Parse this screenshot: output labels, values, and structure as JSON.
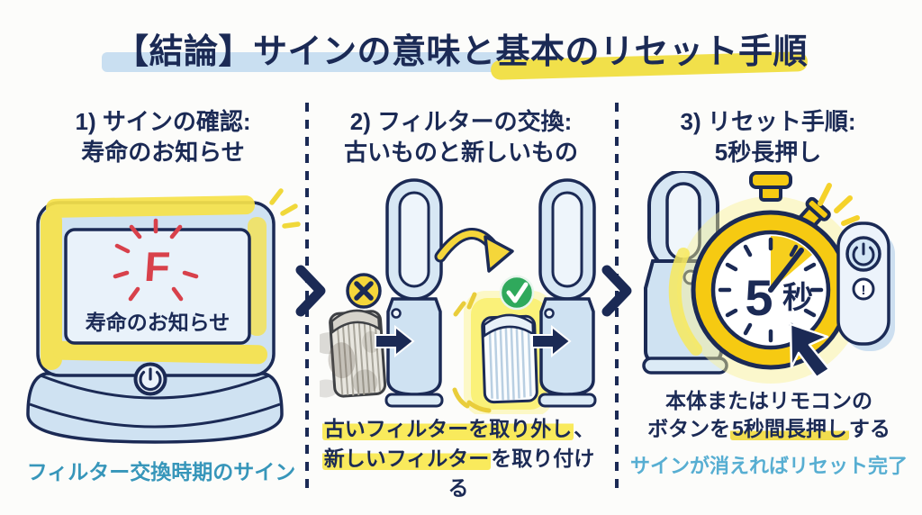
{
  "title": "【結論】サインの意味と基本のリセット手順",
  "steps": [
    {
      "header": [
        "1) サインの確認:",
        "寿命のお知らせ"
      ],
      "display": {
        "sign": "F",
        "message": "寿命のお知らせ"
      },
      "caption": "フィルター交換時期のサイン"
    },
    {
      "header": [
        "2) フィルターの交換:",
        "古いものと新しいもの"
      ],
      "caption_line1": {
        "highlight": "古いフィルターを取り外し",
        "rest": "、"
      },
      "caption_line2": {
        "highlight": "新しいフィルター",
        "rest": "を取り付ける"
      }
    },
    {
      "header": [
        "3) リセット手順:",
        "5秒長押し"
      ],
      "stopwatch": {
        "value": "5",
        "unit": "秒"
      },
      "remote_button_label": "!",
      "caption_line1": "本体またはリモコンの",
      "caption_line2": {
        "pre": "ボタンを",
        "highlight": "5秒間長押し",
        "post": "する"
      },
      "result": "サインが消えればリセット完了"
    }
  ],
  "colors": {
    "navy": "#1b2a55",
    "teal": "#3796ba",
    "teal_light": "#57aed2",
    "highlight_yellow": "#f7e24a",
    "stopwatch_gold": "#f6ca12",
    "alert_red": "#d8414b",
    "ok_green": "#2fa95c",
    "device_blue": "#cfe2f2"
  }
}
